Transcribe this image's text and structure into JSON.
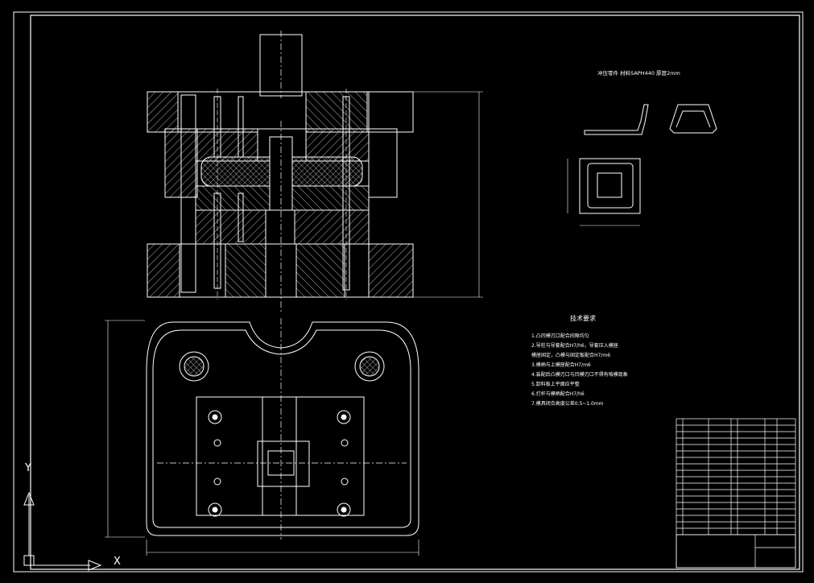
{
  "part": {
    "title": "冲压零件  材料SAPH440  厚度2mm"
  },
  "tech_requirements": {
    "title": "技术要求",
    "items": [
      "1.凸凹模刃口配合间隙均匀",
      "2.导柱与导套配合H7/h6，导套压入模座",
      "   模座固定，凸模与固定板配合H7/m6",
      "3.模柄与上模座配合H7/m6",
      "4.装配后凸模刃口与凹模刃口不得有啃模现象",
      "5.卸料板上平面应平整",
      "6.打杆与模柄配合H7/h6",
      "7.模具闭合高度公差0.5~1.0mm"
    ]
  },
  "ucs": {
    "x_label": "X",
    "y_label": "Y"
  },
  "colors": {
    "background": "#000000",
    "line": "#ffffff",
    "hatch": "#ffffff",
    "frame": "#ffffff"
  }
}
